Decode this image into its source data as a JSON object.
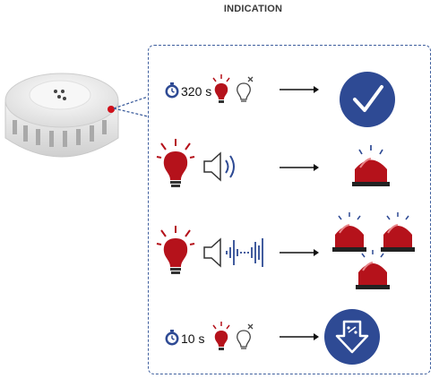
{
  "title": "INDICATION",
  "rows": [
    {
      "label": "320 s",
      "result_icon": "check-circle-icon"
    },
    {
      "label": "",
      "result_icon": "beacon-icon"
    },
    {
      "label": "",
      "result_icon": "three-beacons-icon"
    },
    {
      "label": "10 s",
      "result_icon": "download-arrow-circle-icon"
    }
  ],
  "colors": {
    "accent_blue": "#2e4a94",
    "red": "#b5121b",
    "dashed_border": "#3f5f9e"
  }
}
